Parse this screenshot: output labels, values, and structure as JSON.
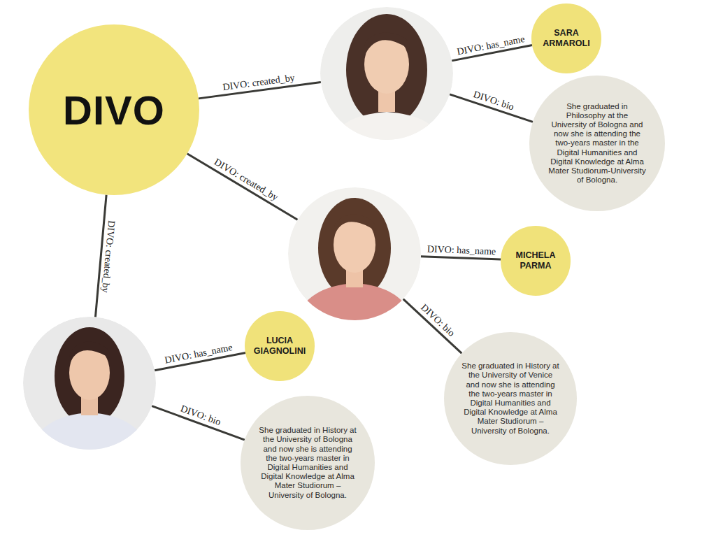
{
  "diagram": {
    "nodes": [
      {
        "text": [
          "DIVO"
        ]
      },
      {
        "text": []
      },
      {
        "text": [
          "SARA ARMAROLI"
        ]
      },
      {
        "text": [
          "She graduated in Philosophy at the University of Bologna and now she is attending the two-years master in the Digital Humanities and Digital Knowledge at Alma Mater Studiorum-University of Bologna."
        ]
      },
      {
        "text": []
      },
      {
        "text": [
          "MICHELA PARMA"
        ]
      },
      {
        "text": [
          "She graduated in History at the University of Venice and now she is attending the two-years master in Digital Humanities and Digital Knowledge at Alma Mater Studiorum – University of Bologna."
        ]
      },
      {
        "text": []
      },
      {
        "text": [
          "LUCIA GIAGNOLINI"
        ]
      },
      {
        "text": [
          "She graduated in History at the University of Bologna and now she is attending the two-years master in Digital Humanities and Digital Knowledge at Alma Mater Studiorum – University of Bologna."
        ]
      }
    ],
    "edges": [
      {
        "from": 0,
        "to": 1,
        "arrow": "none",
        "label": "DIVO: created_by"
      },
      {
        "from": 1,
        "to": 2,
        "arrow": "none",
        "label": "DIVO: has_name"
      },
      {
        "from": 1,
        "to": 3,
        "arrow": "none",
        "label": "DIVO: bio"
      },
      {
        "from": 0,
        "to": 4,
        "arrow": "none",
        "label": "DIVO: created_by"
      },
      {
        "from": 4,
        "to": 5,
        "arrow": "none",
        "label": "DIVO: has_name"
      },
      {
        "from": 4,
        "to": 6,
        "arrow": "none",
        "label": "DIVO: bio"
      },
      {
        "from": 0,
        "to": 7,
        "arrow": "none",
        "label": "DIVO: created_by"
      },
      {
        "from": 7,
        "to": 8,
        "arrow": "none",
        "label": "DIVO: has_name"
      },
      {
        "from": 7,
        "to": 9,
        "arrow": "none",
        "label": "DIVO: bio"
      }
    ]
  }
}
